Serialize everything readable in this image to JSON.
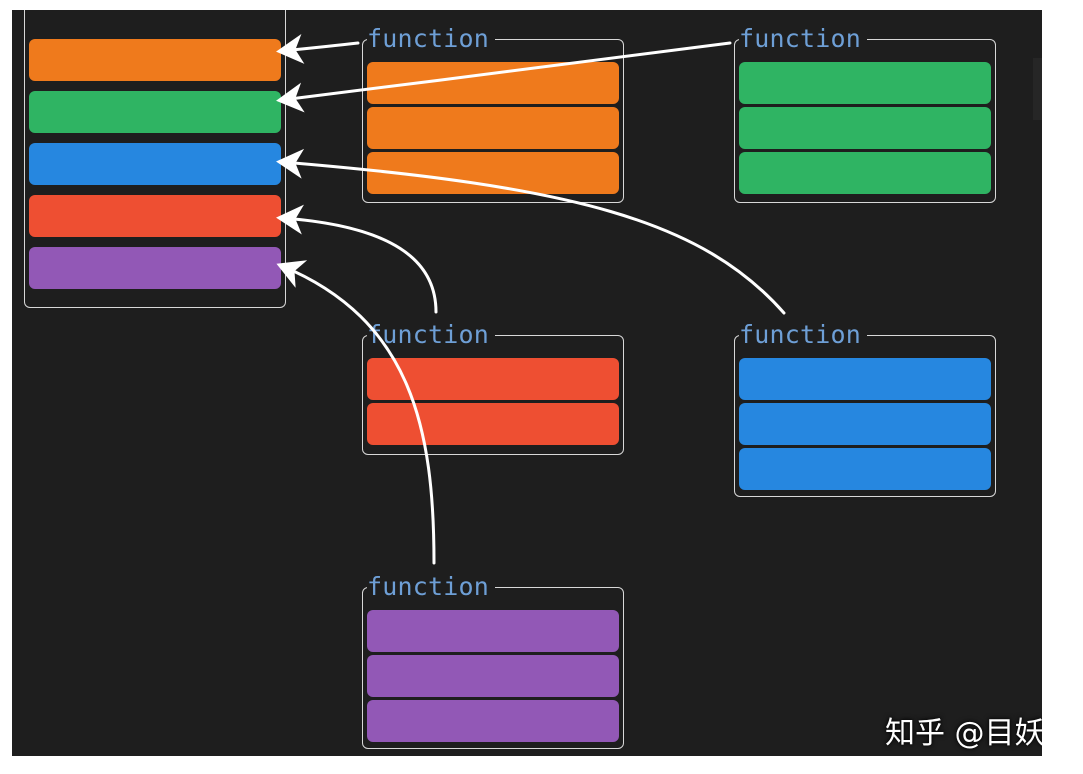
{
  "colors": {
    "orange": "#ef7a1c",
    "green": "#2fb463",
    "blue": "#2687e0",
    "red": "#ee4f32",
    "purple": "#9258b6",
    "frame": "#d8d8d8",
    "label": "#6e9fd6",
    "arrow": "#ffffff"
  },
  "stack": {
    "slots": [
      "orange",
      "green",
      "blue",
      "red",
      "purple"
    ]
  },
  "functions": [
    {
      "id": "fn-orange",
      "label": "function",
      "slots": [
        "orange",
        "orange",
        "orange"
      ]
    },
    {
      "id": "fn-green",
      "label": "function",
      "slots": [
        "green",
        "green",
        "green"
      ]
    },
    {
      "id": "fn-red",
      "label": "function",
      "slots": [
        "red",
        "red"
      ]
    },
    {
      "id": "fn-blue",
      "label": "function",
      "slots": [
        "blue",
        "blue",
        "blue"
      ]
    },
    {
      "id": "fn-purple",
      "label": "function",
      "slots": [
        "purple",
        "purple",
        "purple"
      ]
    }
  ],
  "arrows": [
    {
      "from": "fn-orange",
      "to": "stack-slot-orange"
    },
    {
      "from": "fn-green",
      "to": "stack-slot-green"
    },
    {
      "from": "fn-blue",
      "to": "stack-slot-blue"
    },
    {
      "from": "fn-red",
      "to": "stack-slot-red"
    },
    {
      "from": "fn-purple",
      "to": "stack-slot-purple"
    }
  ],
  "watermark": "知乎 @目妖"
}
